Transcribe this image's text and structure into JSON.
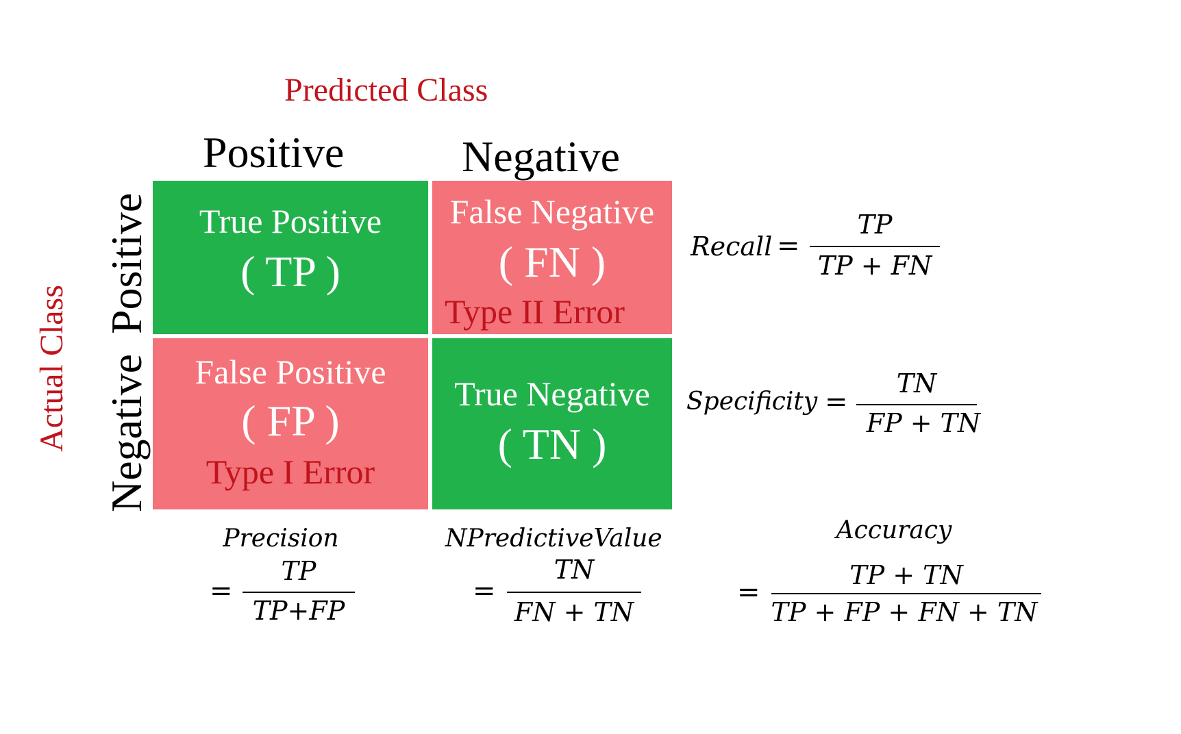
{
  "axes": {
    "predicted_label": "Predicted Class",
    "actual_label": "Actual Class",
    "col_positive": "Positive",
    "col_negative": "Negative",
    "row_positive": "Positive",
    "row_negative": "Negative"
  },
  "cells": {
    "tp": {
      "title": "True Positive",
      "abbr": "( TP )",
      "color": "#22b24c"
    },
    "fn": {
      "title": "False Negative",
      "abbr": "( FN )",
      "error": "Type II Error",
      "color": "#f47279"
    },
    "fp": {
      "title": "False Positive",
      "abbr": "( FP )",
      "error": "Type I Error",
      "color": "#f47279"
    },
    "tn": {
      "title": "True Negative",
      "abbr": "( TN )",
      "color": "#22b24c"
    }
  },
  "formulas": {
    "recall": {
      "name": "Recall",
      "eq": "=",
      "numerator": "TP",
      "denominator": "TP + FN"
    },
    "specificity": {
      "name": "Specificity",
      "eq": "=",
      "numerator": "TN",
      "denominator": "FP + TN"
    },
    "precision": {
      "name": "Precision",
      "eq": "=",
      "numerator": "TP",
      "denominator": "TP+FP"
    },
    "npv": {
      "name": "NPredictiveValue",
      "eq": "=",
      "numerator": "TN",
      "denominator": "FN + TN"
    },
    "accuracy": {
      "name": "Accuracy",
      "eq": "=",
      "numerator": "TP + TN",
      "denominator": "TP + FP + FN + TN"
    }
  },
  "colors": {
    "label_red": "#c0141c",
    "cell_green": "#22b24c",
    "cell_red": "#f47279"
  }
}
